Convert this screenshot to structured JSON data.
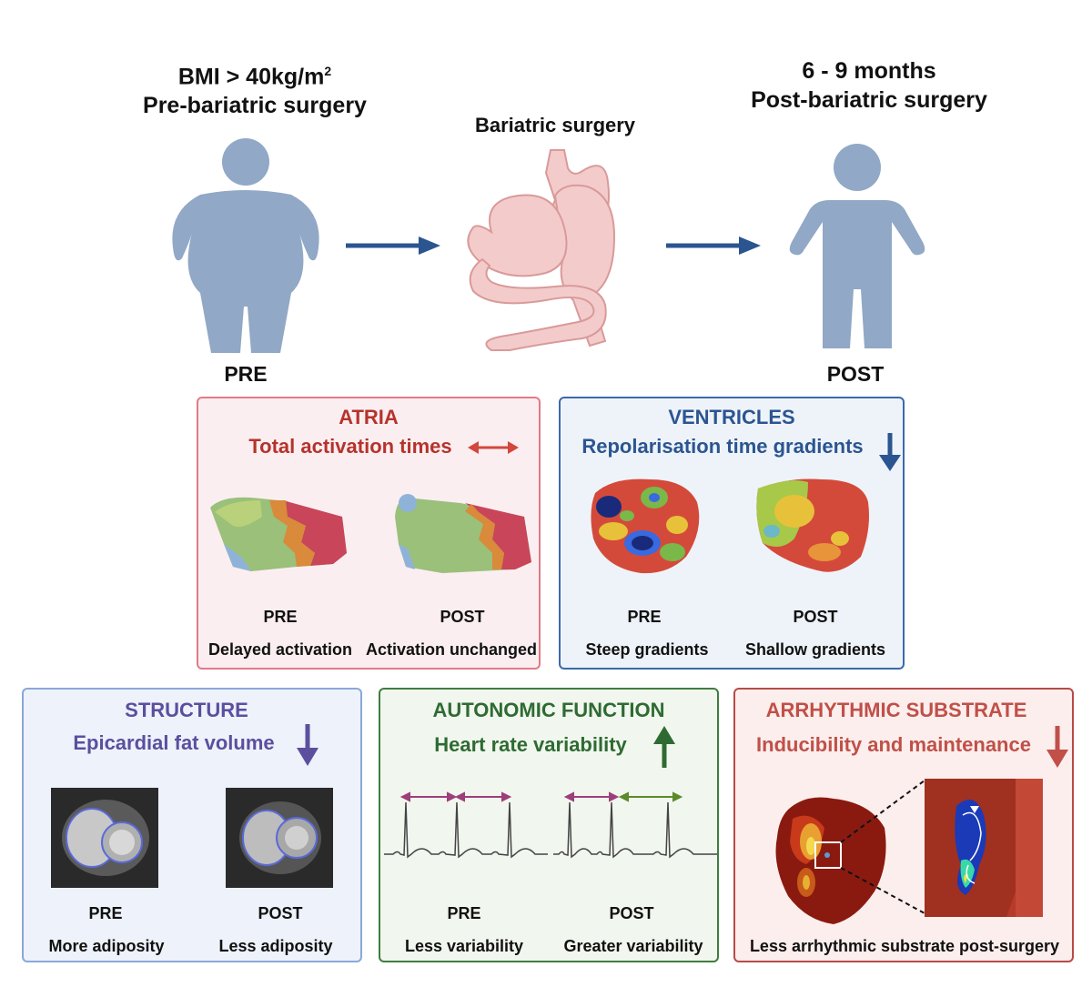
{
  "top": {
    "pre_title_line1": "BMI > 40kg/m",
    "pre_title_sup": "2",
    "pre_title_line2": "Pre-bariatric surgery",
    "surgery_label": "Bariatric surgery",
    "post_title_line1": "6 - 9 months",
    "post_title_line2": "Post-bariatric surgery",
    "pre_label": "PRE",
    "post_label": "POST"
  },
  "atria": {
    "title": "ATRIA",
    "subtitle": "Total activation times",
    "pre": "PRE",
    "post": "POST",
    "pre_caption": "Delayed activation",
    "post_caption": "Activation unchanged",
    "color": "#b5332b",
    "bg": "#fbeef1",
    "border": "#e07b86"
  },
  "ventricles": {
    "title": "VENTRICLES",
    "subtitle": "Repolarisation time gradients",
    "pre": "PRE",
    "post": "POST",
    "pre_caption": "Steep gradients",
    "post_caption": "Shallow gradients",
    "color": "#2b5590",
    "bg": "#eef3fa",
    "border": "#3a6aa8"
  },
  "structure": {
    "title": "STRUCTURE",
    "subtitle": "Epicardial fat volume",
    "pre": "PRE",
    "post": "POST",
    "pre_caption": "More adiposity",
    "post_caption": "Less adiposity",
    "color": "#5b4f9e",
    "bg": "#eef2fb",
    "border": "#8aa7d8"
  },
  "autonomic": {
    "title": "AUTONOMIC FUNCTION",
    "subtitle": "Heart rate variability",
    "pre": "PRE",
    "post": "POST",
    "pre_caption": "Less variability",
    "post_caption": "Greater variability",
    "color": "#2e6b32",
    "bg": "#f1f6ee",
    "border": "#3f7d3f"
  },
  "arrhythmic": {
    "title": "ARRHYTHMIC SUBSTRATE",
    "subtitle": "Inducibility and maintenance",
    "caption": "Less arrhythmic substrate post-surgery",
    "color": "#c05048",
    "bg": "#fbeeed",
    "border": "#b84a48"
  },
  "colors": {
    "figure": "#91a8c6",
    "arrow": "#2b5590",
    "stomach": "#f2c6c6"
  }
}
